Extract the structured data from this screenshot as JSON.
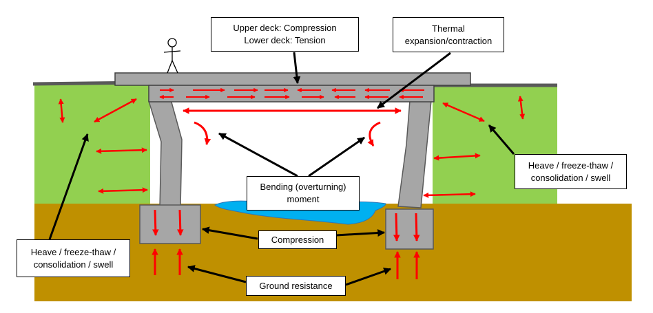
{
  "labels": {
    "deck": {
      "line1": "Upper deck: Compression",
      "line2": "Lower deck: Tension"
    },
    "thermal": {
      "line1": "Thermal",
      "line2": "expansion/contraction"
    },
    "heave_right": {
      "line1": "Heave / freeze-thaw /",
      "line2": "consolidation / swell"
    },
    "heave_left": {
      "line1": "Heave / freeze-thaw /",
      "line2": "consolidation / swell"
    },
    "bending": {
      "line1": "Bending (overturning)",
      "line2": "moment"
    },
    "compression": "Compression",
    "ground_resistance": "Ground resistance"
  },
  "colors": {
    "grass": "#92d050",
    "soil": "#bf9000",
    "concrete": "#a6a6a6",
    "water": "#00b0f0",
    "road": "#595959",
    "force_arrow": "#ff0000",
    "pointer_arrow": "#000000"
  },
  "icons": [
    "stick-figure-icon"
  ]
}
